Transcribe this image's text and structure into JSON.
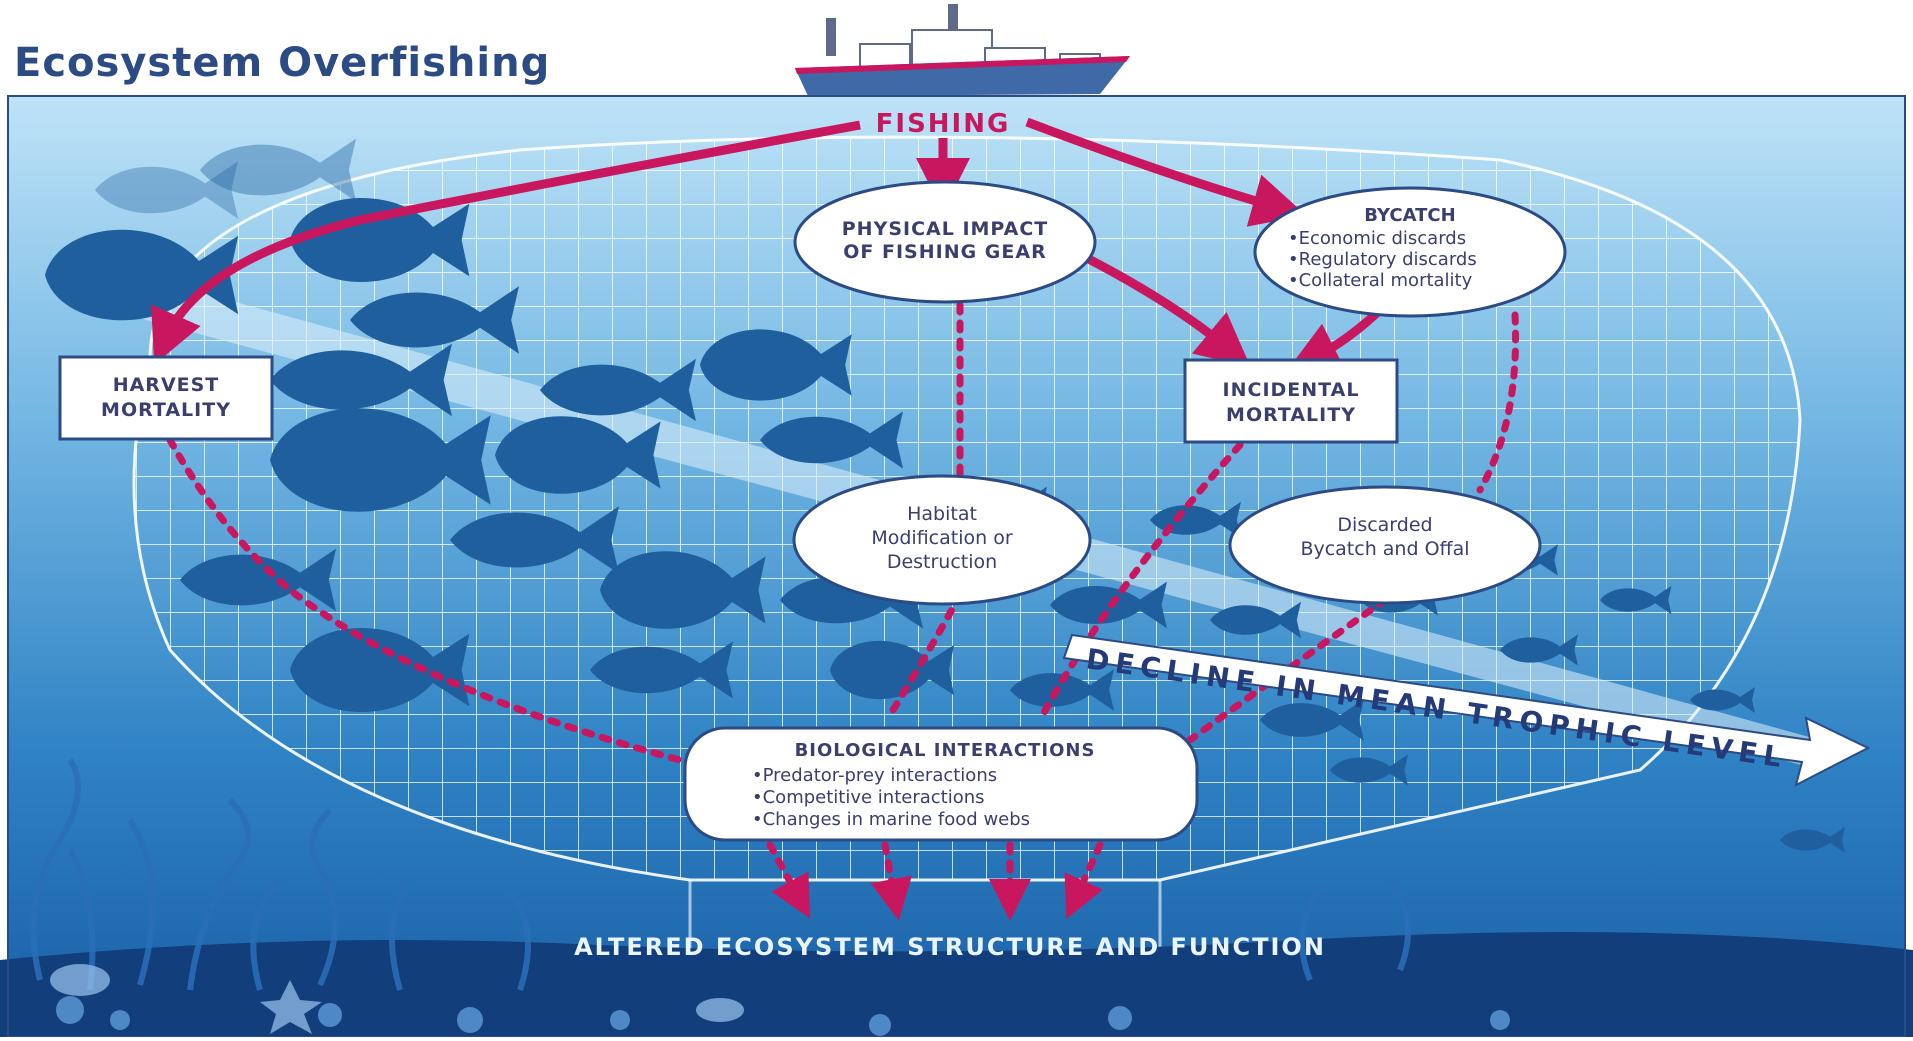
{
  "title": "Ecosystem Overfishing",
  "fishing": "FISHING",
  "physical_impact": {
    "line1": "PHYSICAL IMPACT",
    "line2": "OF FISHING GEAR"
  },
  "bycatch": {
    "heading": "BYCATCH",
    "items": [
      "•Economic discards",
      "•Regulatory discards",
      "•Collateral mortality"
    ]
  },
  "harvest": {
    "line1": "HARVEST",
    "line2": "MORTALITY"
  },
  "incidental": {
    "line1": "INCIDENTAL",
    "line2": "MORTALITY"
  },
  "habitat": {
    "line1": "Habitat",
    "line2": "Modification or",
    "line3": "Destruction"
  },
  "discarded": {
    "line1": "Discarded",
    "line2": "Bycatch and Offal"
  },
  "biological": {
    "heading": "BIOLOGICAL INTERACTIONS",
    "items": [
      "•Predator-prey interactions",
      "•Competitive interactions",
      "•Changes in marine food webs"
    ]
  },
  "trophic_arrow": "DECLINE IN MEAN TROPHIC LEVEL",
  "outcome": "ALTERED ECOSYSTEM STRUCTURE AND FUNCTION",
  "colors": {
    "arrow": "#c8175f",
    "ocean_top": "#b9dff5",
    "ocean_bottom": "#1d68b1",
    "fish": "#1f5f9e",
    "box_fill": "#ffffff",
    "box_text": "#3a3f6e"
  }
}
